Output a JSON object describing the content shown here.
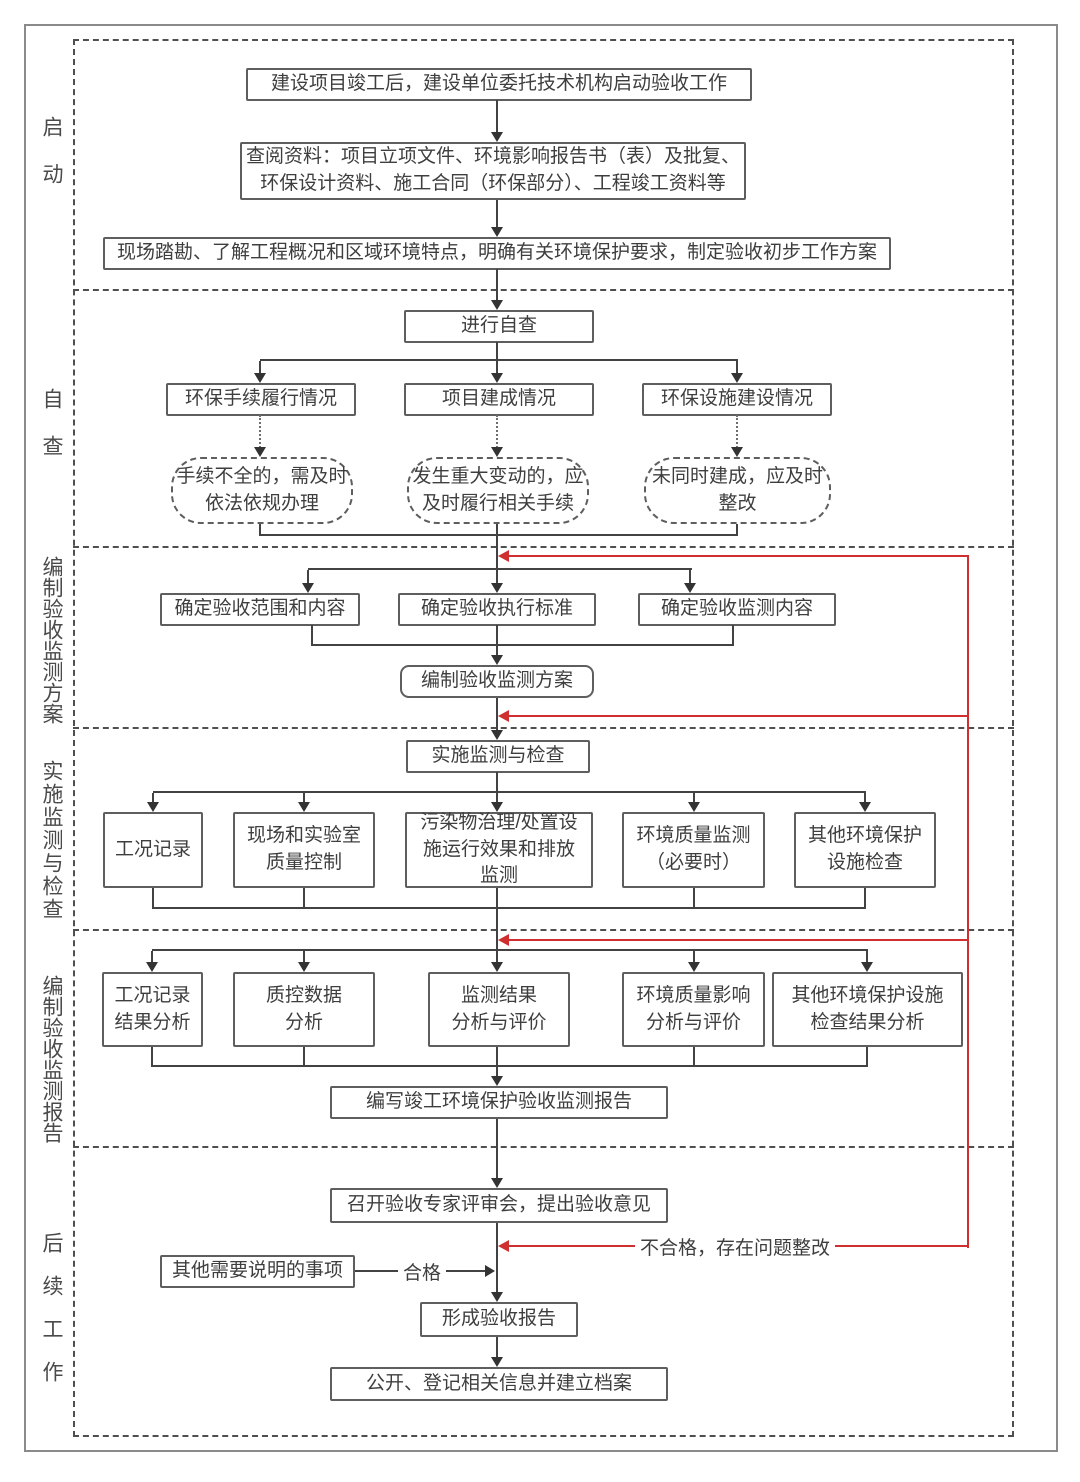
{
  "stages": {
    "start": "启动",
    "selfcheck": "自查",
    "plan": "编制验收监测方案",
    "monitor": "实施监测与检查",
    "report": "编制验收监测报告",
    "followup": "后续工作"
  },
  "start": {
    "commission": "建设项目竣工后，建设单位委托技术机构启动验收工作",
    "review": "查阅资料：项目立项文件、环境影响报告书（表）及批复、\n环保设计资料、施工合同（环保部分）、工程竣工资料等",
    "survey": "现场踏勘、了解工程概况和区域环境特点，明确有关环境保护要求，制定验收初步工作方案"
  },
  "selfcheck": {
    "main": "进行自查",
    "branches": [
      "环保手续履行情况",
      "项目建成情况",
      "环保设施建设情况"
    ],
    "results": [
      "手续不全的，需及时\n依法依规办理",
      "发生重大变动的，应\n及时履行相关手续",
      "未同时建成，应及时\n整改"
    ]
  },
  "plan": {
    "branches": [
      "确定验收范围和内容",
      "确定验收执行标准",
      "确定验收监测内容"
    ],
    "output": "编制验收监测方案"
  },
  "monitor": {
    "main": "实施监测与检查",
    "branches": [
      "工况记录",
      "现场和实验室\n质量控制",
      "污染物治理/处置设\n施运行效果和排放\n监测",
      "环境质量监测\n（必要时）",
      "其他环境保护\n设施检查"
    ]
  },
  "report": {
    "branches": [
      "工况记录\n结果分析",
      "质控数据\n分析",
      "监测结果\n分析与评价",
      "环境质量影响\n分析与评价",
      "其他环境保护设施\n检查结果分析"
    ],
    "output": "编写竣工环境保护验收监测报告"
  },
  "followup": {
    "meeting": "召开验收专家评审会，提出验收意见",
    "other": "其他需要说明的事项",
    "pass_label": "合格",
    "fail_label": "不合格，存在问题整改",
    "form": "形成验收报告",
    "publish": "公开、登记相关信息并建立档案"
  },
  "colors": {
    "line": "#424242",
    "red": "#cf2f2f"
  }
}
